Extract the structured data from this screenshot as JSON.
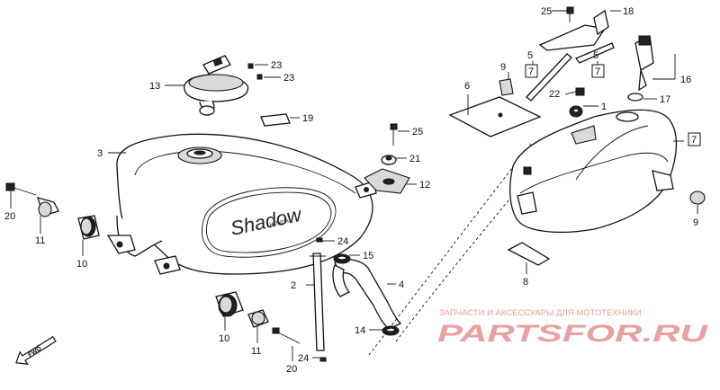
{
  "callouts": [
    {
      "id": "c-25-top",
      "text": "25"
    },
    {
      "id": "c-18",
      "text": "18"
    },
    {
      "id": "c-9-top",
      "text": "9"
    },
    {
      "id": "c-5-left",
      "text": "5"
    },
    {
      "id": "c-5-right",
      "text": "5"
    },
    {
      "id": "c-7-box-left",
      "text": "7"
    },
    {
      "id": "c-7-box-right",
      "text": "7"
    },
    {
      "id": "c-7-box-tank",
      "text": "7"
    },
    {
      "id": "c-16",
      "text": "16"
    },
    {
      "id": "c-6",
      "text": "6"
    },
    {
      "id": "c-22",
      "text": "22"
    },
    {
      "id": "c-1",
      "text": "1"
    },
    {
      "id": "c-17",
      "text": "17"
    },
    {
      "id": "c-13",
      "text": "13"
    },
    {
      "id": "c-23-a",
      "text": "23"
    },
    {
      "id": "c-23-b",
      "text": "23"
    },
    {
      "id": "c-19",
      "text": "19"
    },
    {
      "id": "c-3",
      "text": "3"
    },
    {
      "id": "c-25-mid",
      "text": "25"
    },
    {
      "id": "c-21",
      "text": "21"
    },
    {
      "id": "c-12",
      "text": "12"
    },
    {
      "id": "c-20-left",
      "text": "20"
    },
    {
      "id": "c-11-left",
      "text": "11"
    },
    {
      "id": "c-10-left",
      "text": "10"
    },
    {
      "id": "c-24-top",
      "text": "24"
    },
    {
      "id": "c-15",
      "text": "15"
    },
    {
      "id": "c-2",
      "text": "2"
    },
    {
      "id": "c-4",
      "text": "4"
    },
    {
      "id": "c-14",
      "text": "14"
    },
    {
      "id": "c-10-bottom",
      "text": "10"
    },
    {
      "id": "c-11-bottom",
      "text": "11"
    },
    {
      "id": "c-20-bottom",
      "text": "20"
    },
    {
      "id": "c-24-bottom",
      "text": "24"
    },
    {
      "id": "c-9-right",
      "text": "9"
    },
    {
      "id": "c-8",
      "text": "8"
    }
  ],
  "fwd_label": "FWD",
  "tank_logo": {
    "script": "Shadow",
    "brand": "HONDA"
  },
  "watermark": {
    "subtitle": "ЗАПЧАСТИ И АКСЕССУАРЫ ДЛЯ МОТОТЕХНИКИ",
    "logo": "PARTSFOR.RU",
    "color": "#e8a0a0"
  }
}
